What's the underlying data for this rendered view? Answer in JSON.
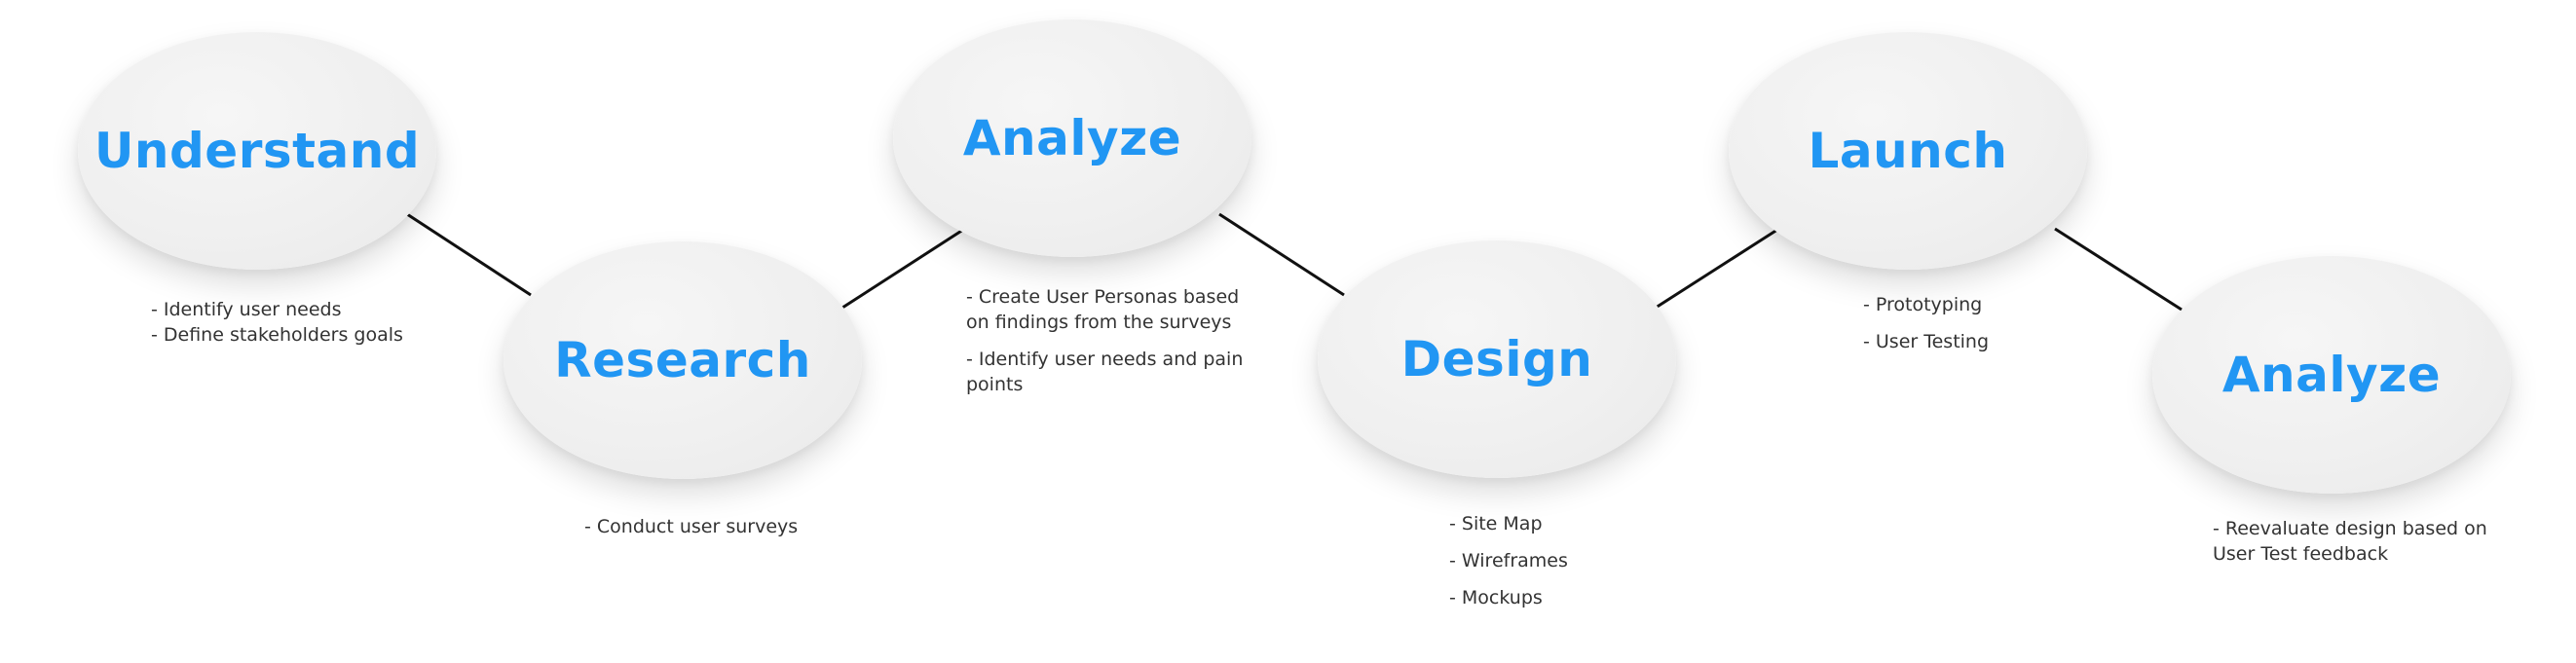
{
  "colors": {
    "title": "#2196f3",
    "text": "#333333",
    "connector": "#111111",
    "bubble": "#efefef"
  },
  "stages": [
    {
      "title": "Understand",
      "notes": [
        "- Identify user needs",
        "- Define stakeholders goals"
      ]
    },
    {
      "title": "Research",
      "notes": [
        "- Conduct user surveys"
      ]
    },
    {
      "title": "Analyze",
      "notes": [
        "- Create User Personas based",
        "on findings from the surveys",
        "- Identify user needs and pain",
        "points"
      ]
    },
    {
      "title": "Design",
      "notes": [
        "- Site Map",
        "- Wireframes",
        "- Mockups"
      ]
    },
    {
      "title": "Launch",
      "notes": [
        "- Prototyping",
        "- User Testing"
      ]
    },
    {
      "title": "Analyze",
      "notes": [
        "- Reevaluate design based on",
        "User Test feedback"
      ]
    }
  ]
}
